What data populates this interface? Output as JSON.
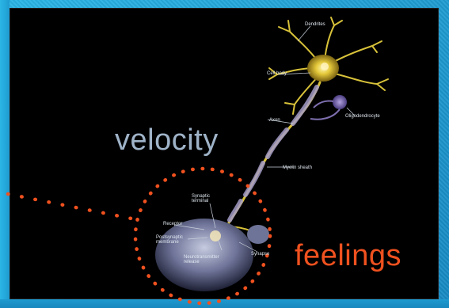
{
  "labels": {
    "dendrites": "Dendrites",
    "cell_body": "Cell body",
    "axon": "Axon",
    "oligodendrocyte": "Oligodendrocyte",
    "myelin_sheath": "Myelin sheath",
    "synaptic_terminal": "Synaptic terminal",
    "receptor": "Receptor",
    "postsynaptic_membrane": "Postsynaptic membrane",
    "neurotransmitter_release": "Neurotransmitter release",
    "synapse": "Synapse"
  },
  "overlays": {
    "velocity": "velocity",
    "feelings": "feelings"
  },
  "colors": {
    "frame": "#1f9bd0",
    "background": "#000000",
    "neuron": "#d8c23a",
    "oligodendrocyte": "#7f6fb0",
    "dotted_circle": "#f0511f",
    "velocity_text": "#9fb3c8",
    "feelings_text": "#f0511f"
  }
}
